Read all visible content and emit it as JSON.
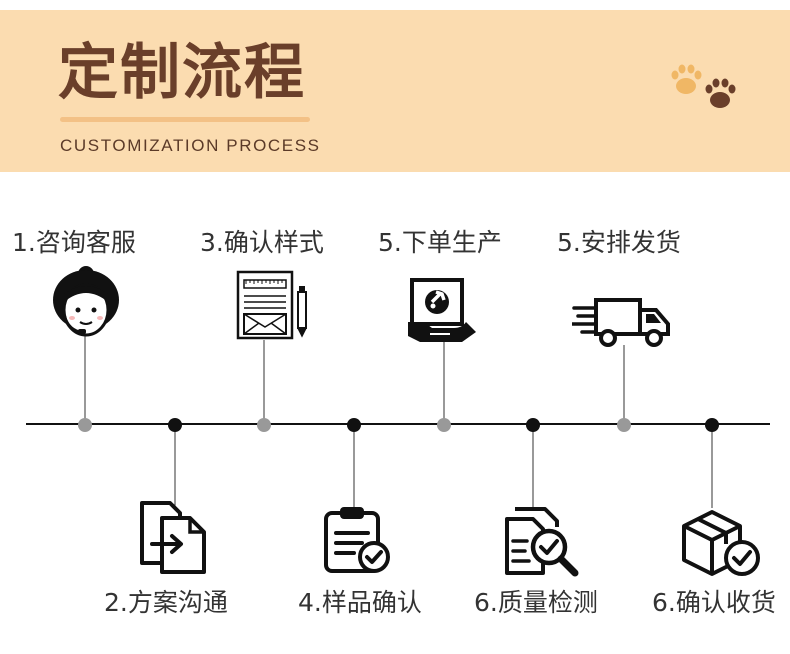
{
  "header": {
    "title": "定制流程",
    "subtitle": "CUSTOMIZATION PROCESS",
    "decoration_icon": "paw-prints-icon",
    "background_color": "#fbdcb0",
    "title_color": "#6a3f2a"
  },
  "steps_top": [
    {
      "label": "1.咨询客服",
      "icon": "customer-service-icon"
    },
    {
      "label": "3.确认样式",
      "icon": "design-sheet-icon"
    },
    {
      "label": "5.下单生产",
      "icon": "production-icon"
    },
    {
      "label": "5.安排发货",
      "icon": "delivery-truck-icon"
    }
  ],
  "steps_bottom": [
    {
      "label": "2.方案沟通",
      "icon": "document-transfer-icon"
    },
    {
      "label": "4.样品确认",
      "icon": "clipboard-check-icon"
    },
    {
      "label": "6.质量检测",
      "icon": "quality-inspection-icon"
    },
    {
      "label": "6.确认收货",
      "icon": "package-received-icon"
    }
  ],
  "colors": {
    "line": "#111111",
    "top_dot": "#999999",
    "bottom_dot": "#111111"
  }
}
